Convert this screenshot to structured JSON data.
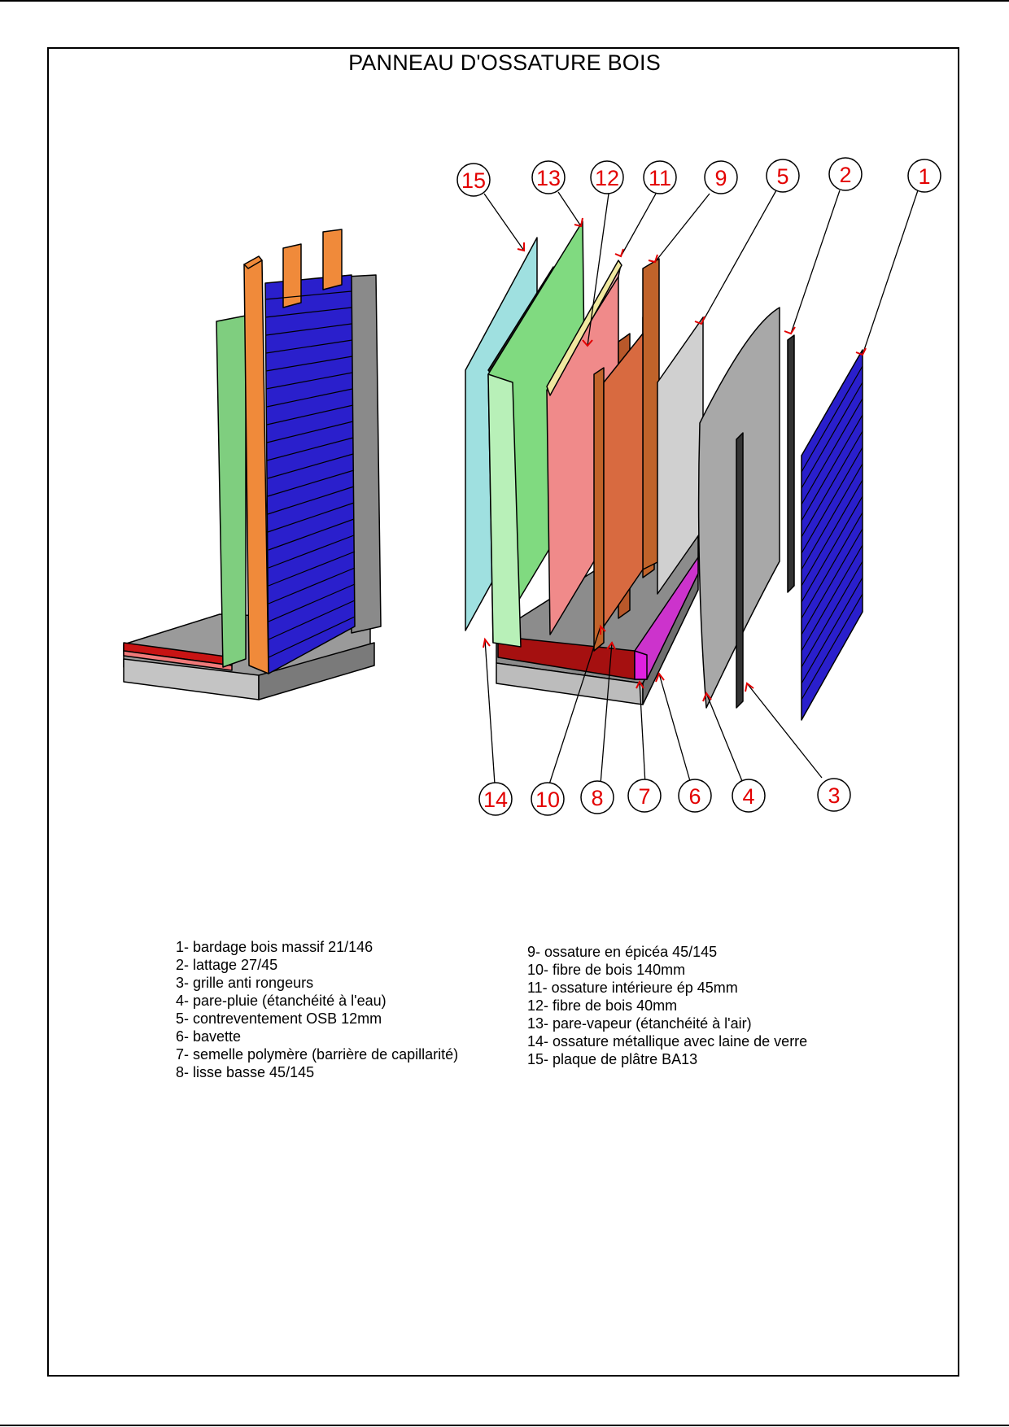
{
  "title": "PANNEAU D'OSSATURE BOIS",
  "callouts": [
    "15",
    "13",
    "12",
    "11",
    "9",
    "5",
    "2",
    "1",
    "14",
    "10",
    "8",
    "7",
    "6",
    "4",
    "3"
  ],
  "legend": {
    "left": [
      "1- bardage bois massif 21/146",
      "2- lattage 27/45",
      "3- grille anti rongeurs",
      "4- pare-pluie (étanchéité à l'eau)",
      "5- contreventement OSB 12mm",
      "6- bavette",
      "7- semelle polymère (barrière de capillarité)",
      "8- lisse basse 45/145"
    ],
    "right": [
      "9- ossature en épicéa 45/145",
      "10- fibre de bois 140mm",
      "11- ossature intérieure ép 45mm",
      "12- fibre de bois 40mm",
      "13- pare-vapeur (étanchéité à l'air)",
      "14- ossature métallique avec laine de verre",
      "15- plaque de plâtre BA13"
    ]
  },
  "colors": {
    "callout": "#e30000",
    "cladding": "#2b1fd1",
    "batten": "#f0843a",
    "rain_barrier": "#9a9a9a",
    "plaster": "#9fe0e0",
    "vapour": "#7fdb7f",
    "fibre": "#f08a8a",
    "frame": "#c0632a",
    "sill": "#a01414",
    "bib": "#cc22cc",
    "base": "#8f8f8f"
  }
}
